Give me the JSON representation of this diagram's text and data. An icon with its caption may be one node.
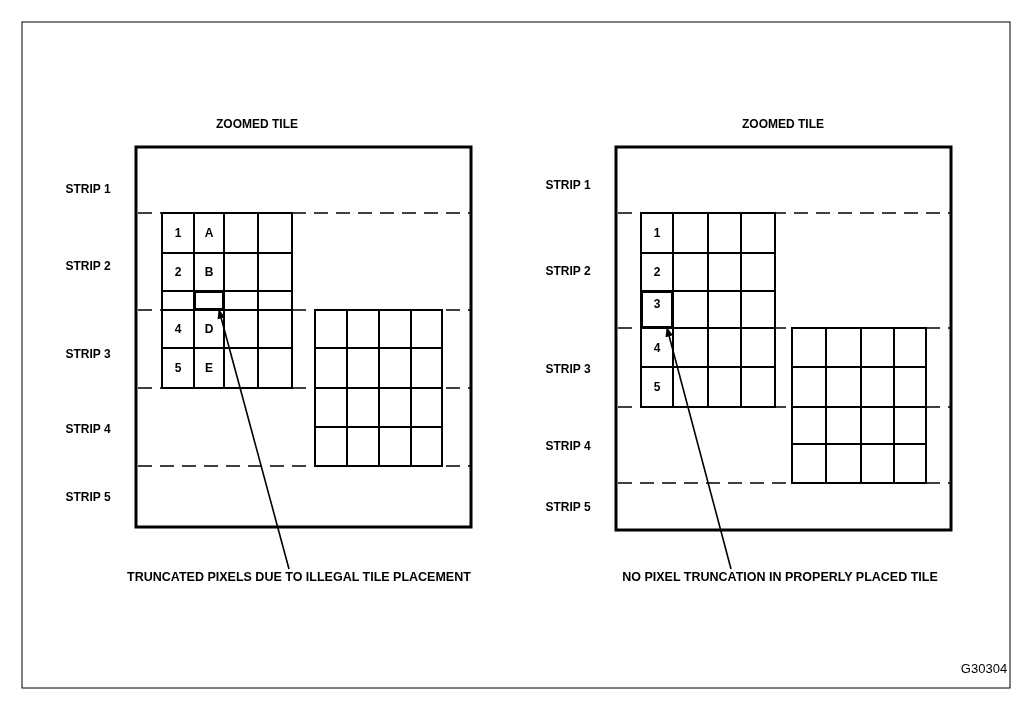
{
  "diagram": {
    "nodes": [
      {
        "text": [
          "TRUNCATED PIXELS DUE TO ILLEGAL TILE PLACEMENT"
        ]
      },
      {
        "text": [],
        "shape": "box"
      },
      {
        "text": [
          "NO PIXEL TRUNCATION IN PROPERLY PLACED TILE"
        ]
      },
      {
        "text": [
          "3"
        ]
      }
    ],
    "edges": [
      {
        "from": 0,
        "to": 1,
        "arrow": "to"
      },
      {
        "from": 2,
        "to": 3,
        "arrow": "to"
      }
    ],
    "labels": [
      "ZOOMED TILE",
      "STRIP 1",
      "STRIP 2",
      "STRIP 3",
      "STRIP 4",
      "STRIP 5",
      "1",
      "A",
      "2",
      "B",
      "4",
      "D",
      "5",
      "E",
      "ZOOMED TILE",
      "STRIP 1",
      "STRIP 2",
      "STRIP 3",
      "STRIP 4",
      "STRIP 5",
      "1",
      "2",
      "4",
      "5",
      "G30304"
    ]
  }
}
